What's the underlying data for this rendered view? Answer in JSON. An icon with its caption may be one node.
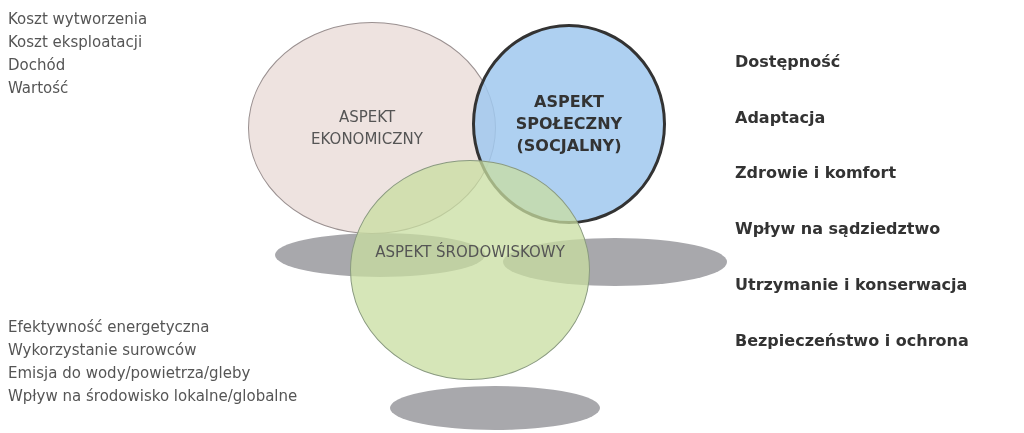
{
  "diagram": {
    "nodes": [
      {
        "text": [
          "ASPEKT EKONOMICZNY"
        ]
      },
      {
        "text": [
          "ASPEKT SPOŁECZNY (SOCJALNY)"
        ]
      },
      {
        "text": [
          "ASPEKT ŚRODOWISKOWY"
        ]
      }
    ],
    "labels": [
      "Koszt wytworzenia",
      "Koszt eksploatacji",
      "Dochód",
      "Wartość",
      "Dostępność",
      "Adaptacja",
      "Zdrowie i komfort",
      "Wpływ na sądziedztwo",
      "Utrzymanie i konserwacja",
      "Bezpieczeństwo i ochrona",
      "Efektywność energetyczna",
      "Wykorzystanie surowców",
      "Emisja do wody/powietrza/gleby",
      "Wpływ na środowisko lokalne/globalne"
    ]
  }
}
